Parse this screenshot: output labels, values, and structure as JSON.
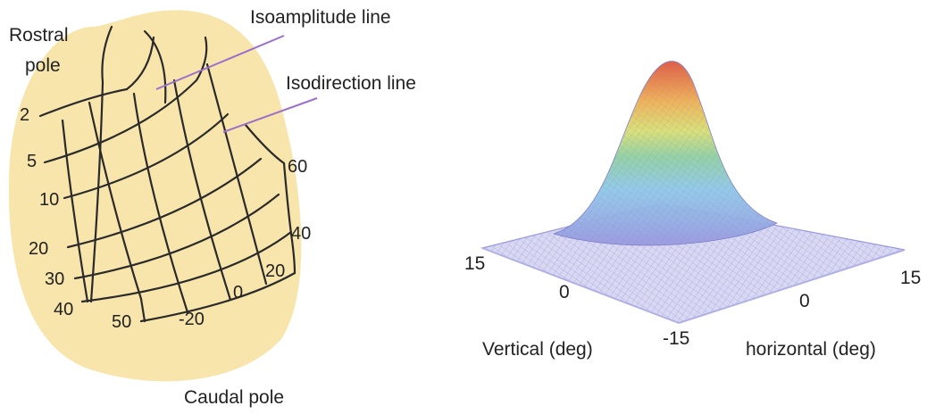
{
  "left_panel": {
    "labels": {
      "rostral_line1": "Rostral",
      "rostral_line2": "pole",
      "caudal": "Caudal pole",
      "isoamplitude": "Isoamplitude line",
      "isodirection": "Isodirection line"
    },
    "amplitude_ticks": [
      "2",
      "5",
      "10",
      "20",
      "30",
      "40",
      "50"
    ],
    "direction_ticks": [
      "60",
      "40",
      "20",
      "0",
      "-20"
    ],
    "colors": {
      "background_blob": "#f7e5ac",
      "grid_lines": "#2a2a2a",
      "pointer": "#9b6fcc"
    }
  },
  "right_panel": {
    "surface": "3D Gaussian surface plot",
    "tick_labels": {
      "vertical_pos": "15",
      "vertical_zero": "0",
      "corner_neg": "-15",
      "horizontal_zero": "0",
      "horizontal_pos": "15"
    },
    "axis_labels": {
      "vertical": "Vertical (deg)",
      "horizontal": "horizontal (deg)"
    },
    "colors": {
      "base": "#9a9ae0",
      "peak": "#e0553a"
    }
  }
}
